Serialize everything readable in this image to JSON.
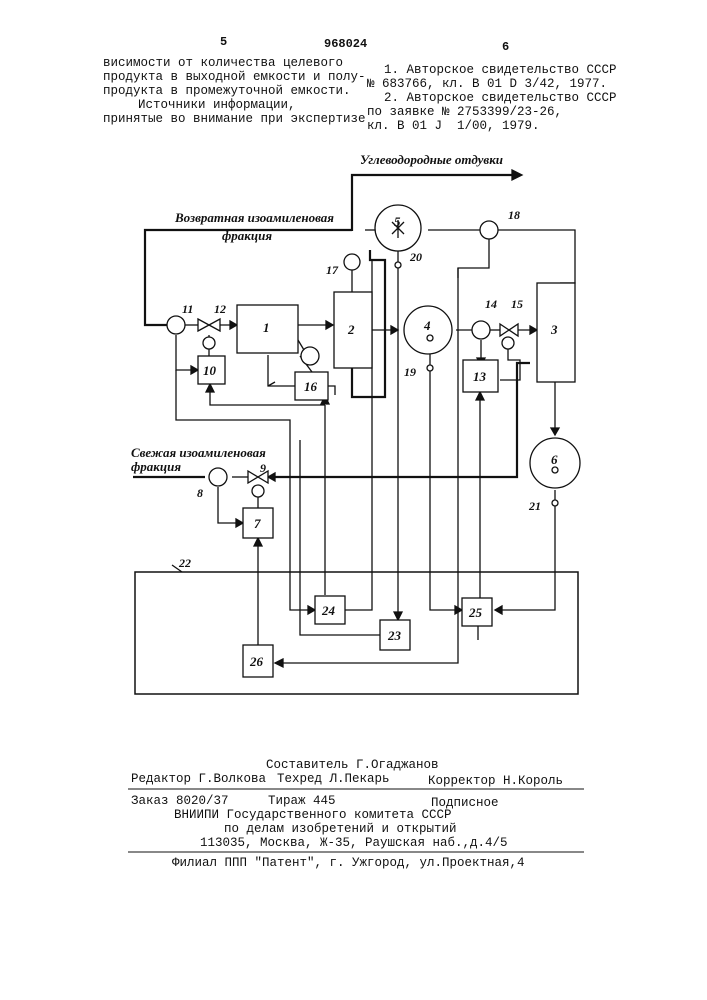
{
  "header": {
    "page_left": "5",
    "patent_number": "968024",
    "page_right": "6"
  },
  "left_column": [
    "висимости от количества целевого",
    "продукта в выходной емкости и полу-",
    "продукта в промежуточной емкости.",
    "Источники информации,",
    "принятые во внимание при экспертизе"
  ],
  "right_column": [
    "1. Авторское свидетельство СССР",
    "№ 683766, кл. B 01 D 3/42, 1977.",
    "2. Авторское свидетельство СССР",
    "по заявке № 2753399/23-26,",
    "кл. B 01 J  1/00, 1979."
  ],
  "diagram": {
    "label_off_gases": "Углеводородные отдувки",
    "label_return_line1": "Возвратная изоамиленовая",
    "label_return_line2": "фракция",
    "label_fresh_line1": "Свежая изоамиленовая",
    "label_fresh_line2": "фракция",
    "blocks": [
      "1",
      "2",
      "3",
      "4",
      "5",
      "6",
      "7",
      "10",
      "13",
      "16",
      "23",
      "24",
      "25",
      "26"
    ],
    "numbers": [
      "8",
      "9",
      "11",
      "12",
      "14",
      "15",
      "17",
      "18",
      "19",
      "20",
      "21",
      "22"
    ]
  },
  "footer": {
    "composer": "Составитель Г.Огаджанов",
    "editor": "Редактор Г.Волкова",
    "tech": "Техред Л.Пекарь",
    "corrector": "Корректор Н.Король",
    "order": "Заказ 8020/37",
    "circulation": "Тираж 445",
    "subscription": "Подписное",
    "org1": "ВНИИПИ Государственного комитета СССР",
    "org2": "по делам изобретений и открытий",
    "address": "113035, Москва, Ж-35, Раушская наб.,д.4/5",
    "branch": "Филиал ППП \"Патент\", г. Ужгород, ул.Проектная,4"
  }
}
